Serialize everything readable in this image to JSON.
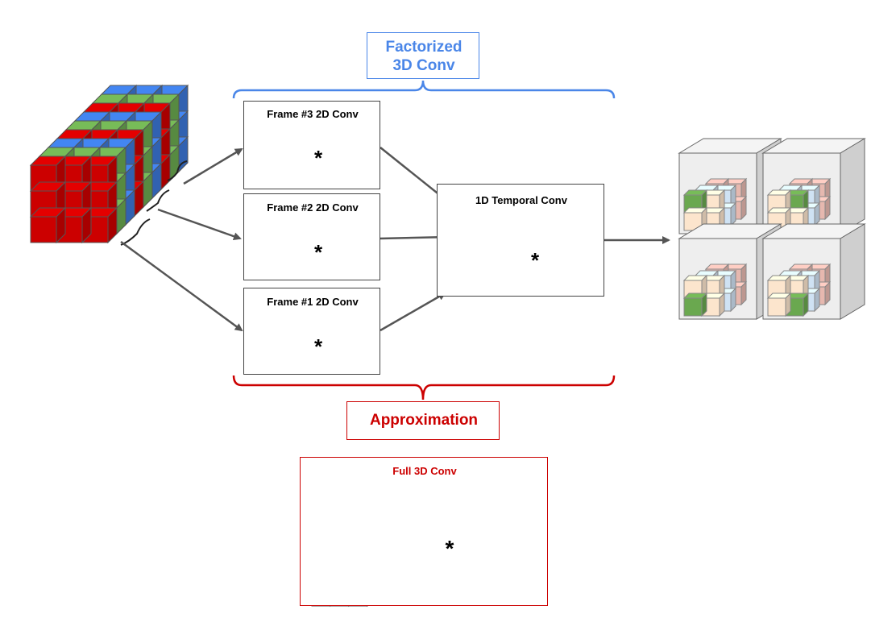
{
  "labels": {
    "factorized": "Factorized\n3D Conv",
    "frame3": "Frame #3 2D Conv",
    "frame2": "Frame #2 2D Conv",
    "frame1": "Frame #1 2D Conv",
    "temporal": "1D Temporal Conv",
    "approximation": "Approximation",
    "full3d": "Full 3D Conv",
    "star": "*"
  },
  "colors": {
    "red": "#cc0000",
    "green": "#6aa84f",
    "blue": "#3c78d8",
    "pink": "#d5a6bd",
    "peach": "#fce5cd",
    "lightblue": "#cfe2f3",
    "salmon": "#e6b8af",
    "brace_blue": "#4a86e8",
    "brace_red": "#cc0000",
    "arrow": "#555555"
  }
}
